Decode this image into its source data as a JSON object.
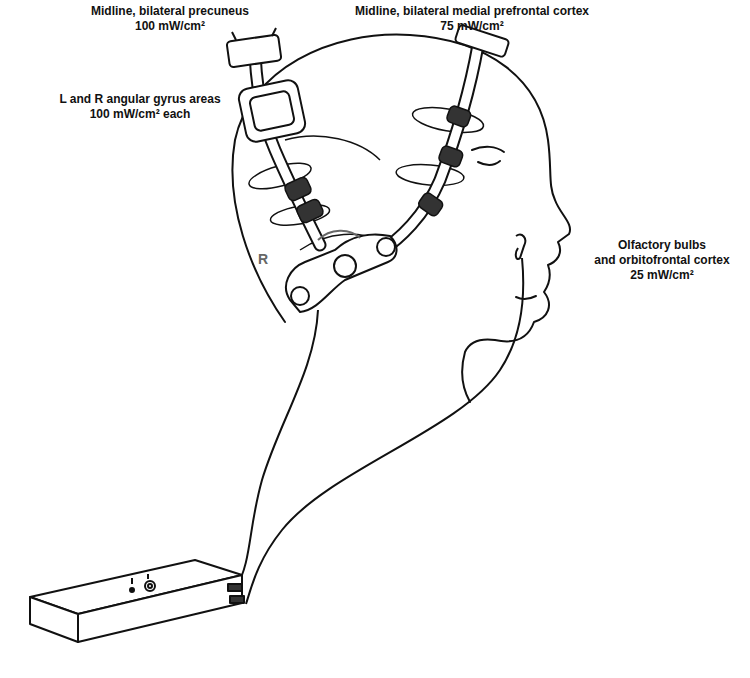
{
  "diagram": {
    "labels": [
      "Midline, bilateral precuneus",
      "100 mW/cm²",
      "Midline, bilateral medial prefrontal cortex",
      "75 mW/cm²",
      "L and R angular gyrus areas",
      "100 mW/cm² each",
      "R",
      "Olfactory bulbs",
      "and orbitofrontal cortex",
      "25 mW/cm²"
    ]
  }
}
